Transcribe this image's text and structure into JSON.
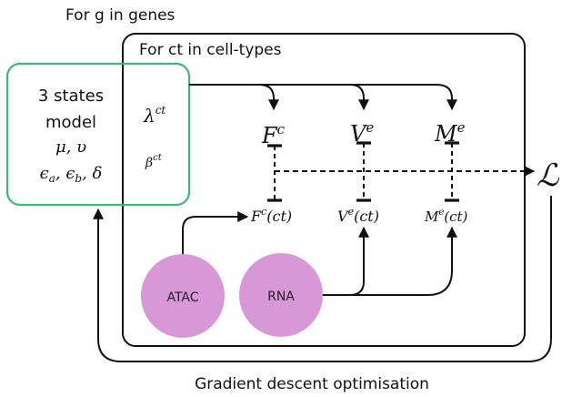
{
  "title": "For g in genes",
  "inner_loop_label": "For ct in cell-types",
  "model_box": {
    "line1": "3 states",
    "line2": "model",
    "line3": "μ, υ",
    "line4_parts": [
      "ϵ",
      "a",
      ", ϵ",
      "b",
      ", δ"
    ],
    "border_color": "#3db87a"
  },
  "celltype_params": {
    "lambda": {
      "base": "λ",
      "sup": "ct"
    },
    "beta": {
      "base": "β",
      "sup": "ct"
    }
  },
  "latent_vars": [
    {
      "base": "F",
      "sup": "c"
    },
    {
      "base": "V",
      "sup": "e"
    },
    {
      "base": "M",
      "sup": "e"
    }
  ],
  "ct_vars": [
    {
      "base": "F",
      "sup": "c",
      "arg": "(ct)"
    },
    {
      "base": "V",
      "sup": "e",
      "arg": "(ct)"
    },
    {
      "base": "M",
      "sup": "e",
      "arg": "(ct)"
    }
  ],
  "data_nodes": [
    {
      "label": "ATAC",
      "color": "#d898d8"
    },
    {
      "label": "RNA",
      "color": "#d898d8"
    }
  ],
  "loss_symbol": "ℒ",
  "footer_label": "Gradient descent optimisation"
}
